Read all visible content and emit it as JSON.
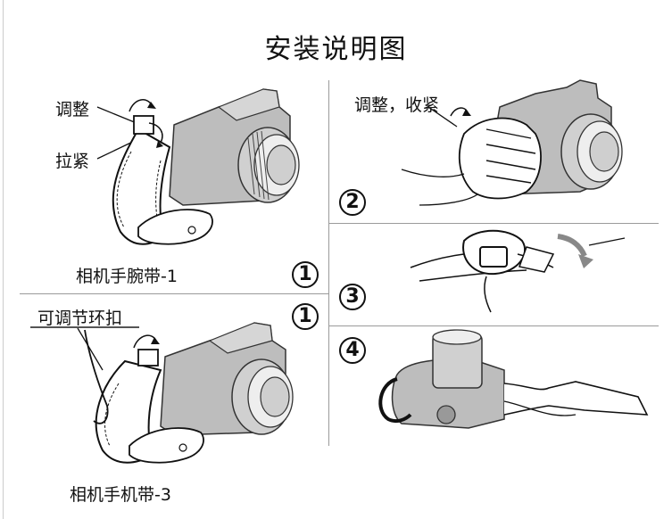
{
  "title": "安装说明图",
  "panel1": {
    "label_adjust": "调整",
    "label_tighten": "拉紧",
    "caption": "相机手腕带-1",
    "step": "1"
  },
  "panel3": {
    "label_buckle": "可调节环扣",
    "caption": "相机手机带-3",
    "step": "1"
  },
  "right": {
    "label_adjust_tighten": "调整，收紧",
    "steps": [
      "2",
      "3",
      "4"
    ]
  }
}
